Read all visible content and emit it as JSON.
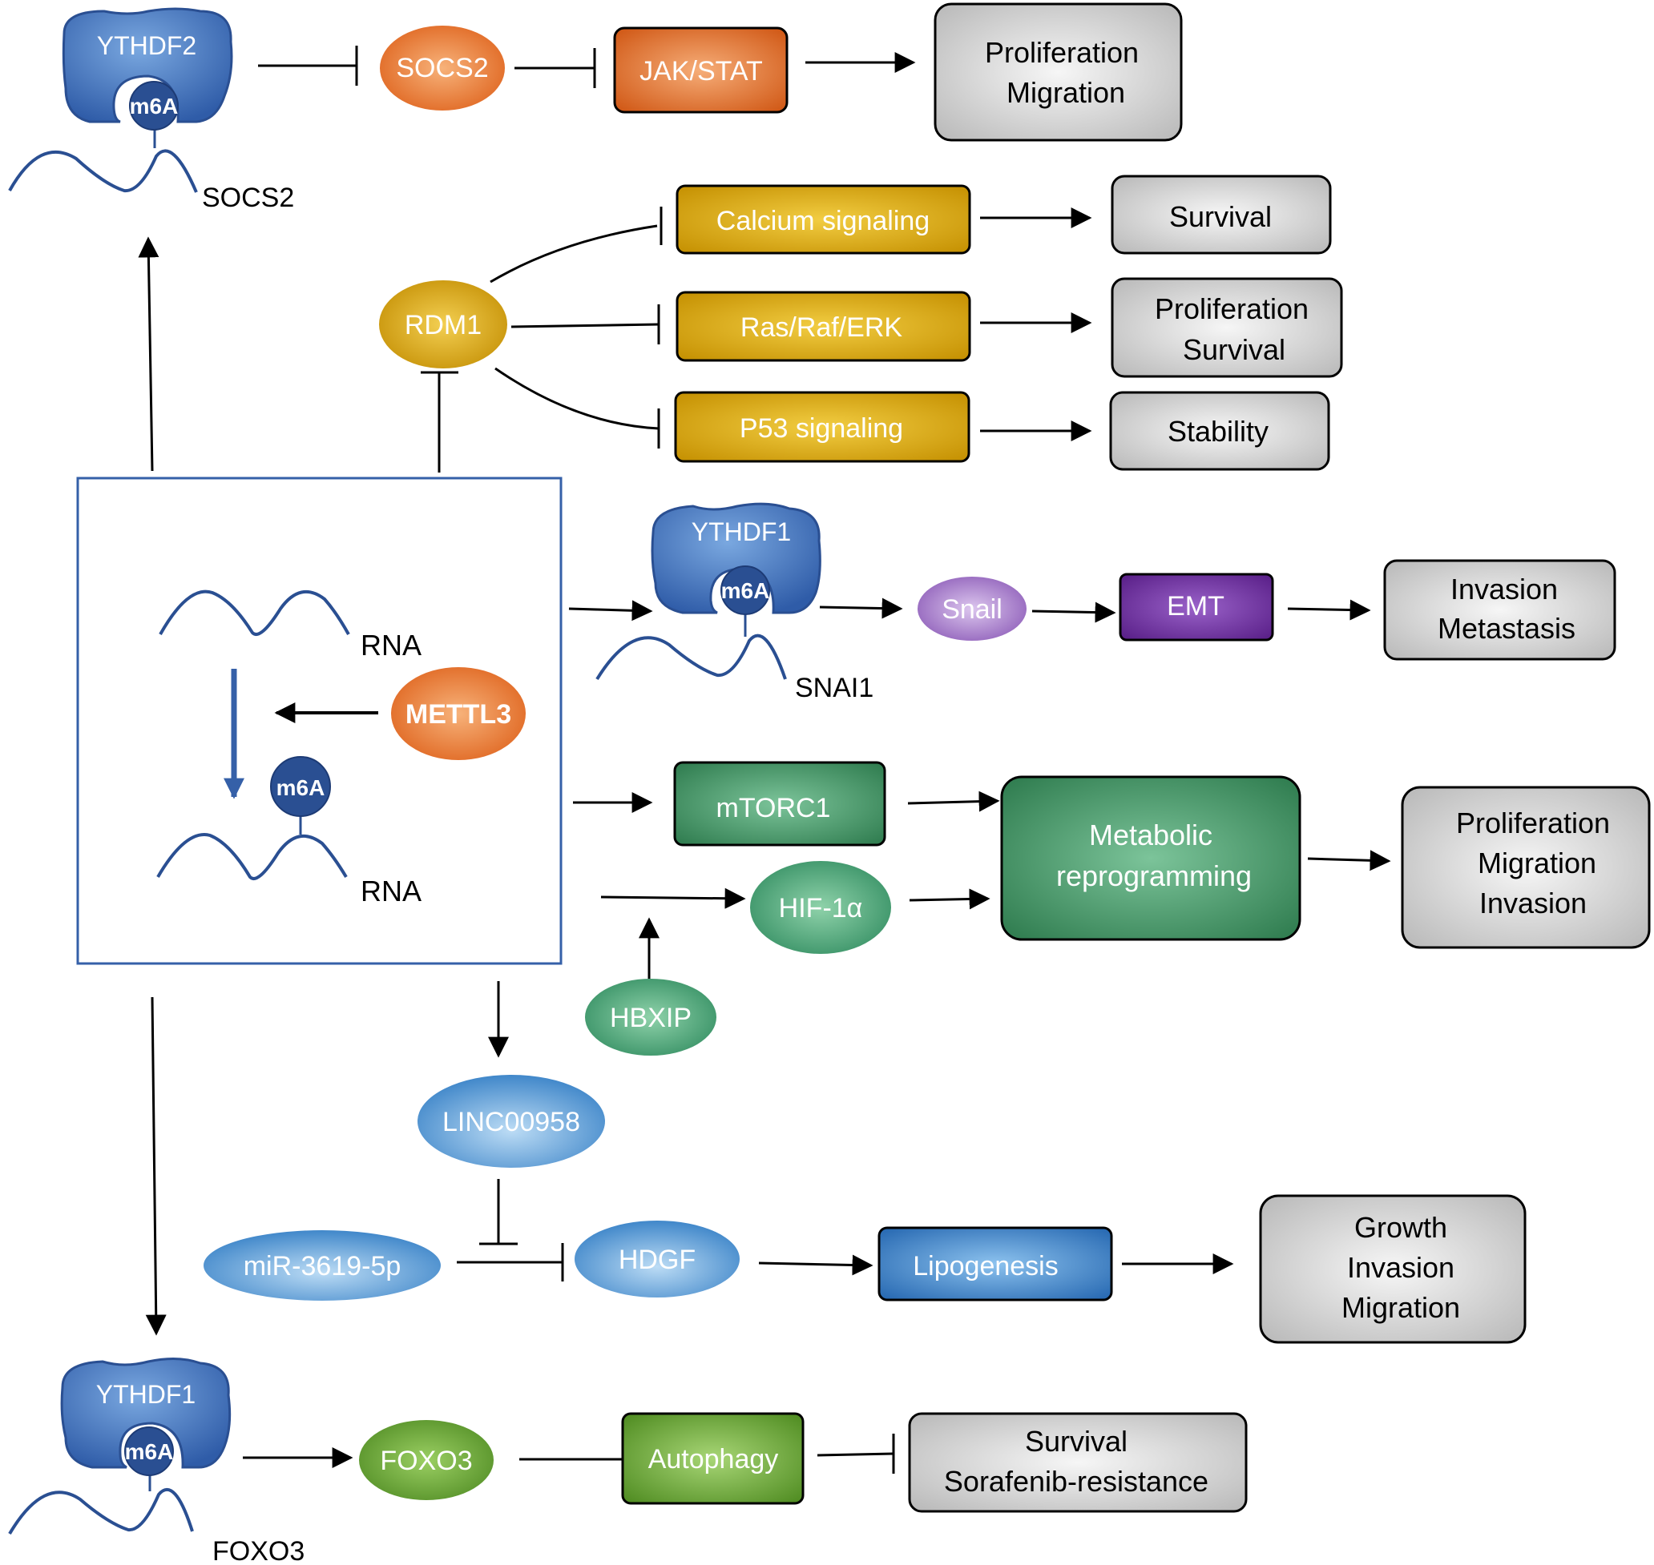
{
  "readers": {
    "top": {
      "protein": "YTHDF2",
      "mark": "m6A",
      "target": "SOCS2"
    },
    "middle": {
      "protein": "YTHDF1",
      "mark": "m6A",
      "target": "SNAI1"
    },
    "bottom": {
      "protein": "YTHDF1",
      "mark": "m6A",
      "target": "FOXO3"
    }
  },
  "core": {
    "rna_label": "RNA",
    "rna_m6a_label": "RNA",
    "mark": "m6A",
    "writer": "METTL3"
  },
  "nodes": {
    "socs2": "SOCS2",
    "jakstat": "JAK/STAT",
    "rdm1": "RDM1",
    "calcium": "Calcium signaling",
    "rasraf": "Ras/Raf/ERK",
    "p53": "P53 signaling",
    "snail": "Snail",
    "emt": "EMT",
    "mtorc1": "mTORC1",
    "hif1a": "HIF-1α",
    "hbxip": "HBXIP",
    "metabolic": [
      "Metabolic",
      "reprogramming"
    ],
    "linc": "LINC00958",
    "mir": "miR-3619-5p",
    "hdgf": "HDGF",
    "lipogenesis": "Lipogenesis",
    "foxo3": "FOXO3",
    "autophagy": "Autophagy"
  },
  "outcomes": {
    "jakstat": [
      "Proliferation",
      "Migration"
    ],
    "calcium": [
      "Survival"
    ],
    "rasraf": [
      "Proliferation",
      "Survival"
    ],
    "p53": [
      "Stability"
    ],
    "emt": [
      "Invasion",
      "Metastasis"
    ],
    "metabolic": [
      "Proliferation",
      "Migration",
      "Invasion"
    ],
    "lipogenesis": [
      "Growth",
      "Invasion",
      "Migration"
    ],
    "autophagy": [
      "Survival",
      "Sorafenib-resistance"
    ]
  },
  "colors": {
    "orange": "#e8742a",
    "gold": "#d9a400",
    "purple": "#7b3fa5",
    "green": "#3f9a6a",
    "blue": "#3b8fd0",
    "olive": "#5c9a2e",
    "reader_blue": "#3560a8",
    "grey": "#d6d6d6"
  }
}
